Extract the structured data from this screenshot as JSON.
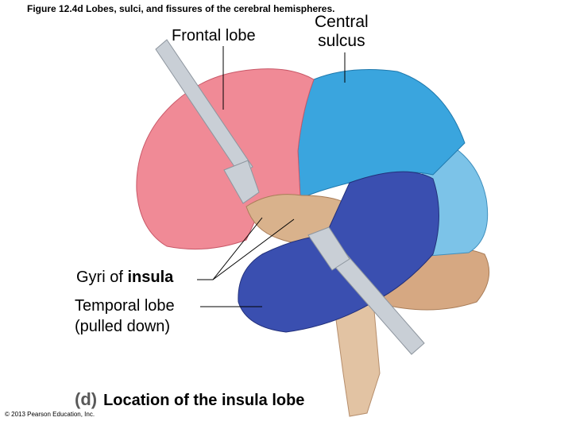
{
  "figure": {
    "title": "Figure 12.4d Lobes, sulci, and fissures of the cerebral hemispheres.",
    "caption_letter": "(d)",
    "caption_text": "Location of the insula lobe",
    "copyright": "© 2013 Pearson Education, Inc."
  },
  "labels": {
    "frontal_lobe": "Frontal lobe",
    "central_sulcus_line1": "Central",
    "central_sulcus_line2": "sulcus",
    "insula_prefix": "Gyri of ",
    "insula_bold": "insula",
    "temporal_line1": "Temporal lobe",
    "temporal_line2": "(pulled down)"
  },
  "colors": {
    "frontal": "#f08a96",
    "parietal": "#3aa5de",
    "occipital": "#7cc3e8",
    "temporal": "#3a4fb0",
    "insula": "#d9b28c",
    "cerebellum": "#d6a882",
    "brainstem": "#e2c3a3",
    "retractor": "#c9cfd6",
    "leader": "#000000"
  }
}
